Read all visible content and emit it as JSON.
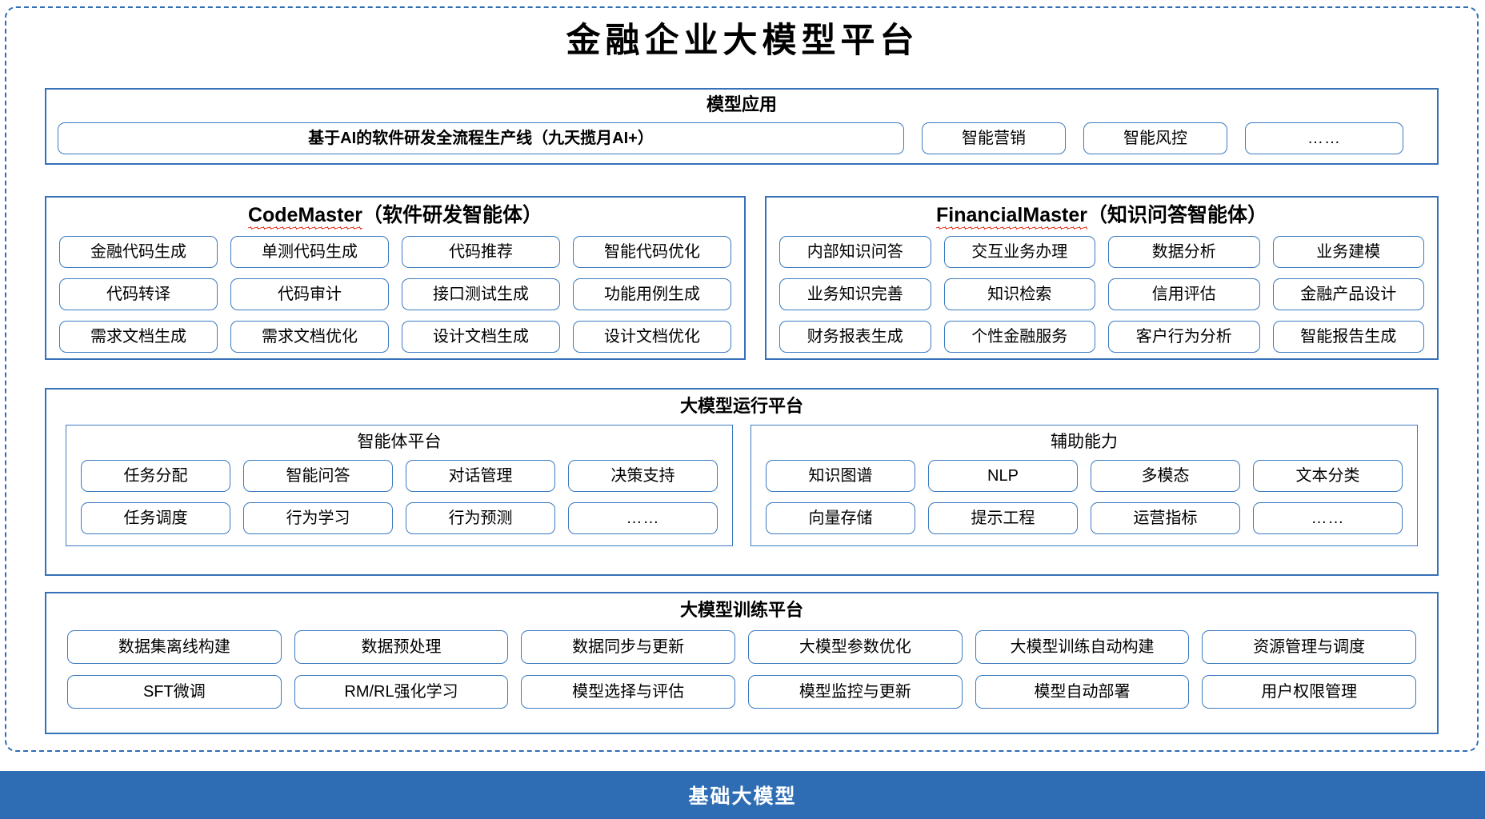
{
  "title": "金融企业大模型平台",
  "colors": {
    "frame_dashed": "#2f6eb5",
    "panel_border": "#3670b8",
    "pill_border": "#3b7ac0",
    "base_bar_bg": "#2e6cb4",
    "spellcheck_underline": "#e8321e",
    "text": "#000000"
  },
  "model_application": {
    "title": "模型应用",
    "flagship": "基于AI的软件研发全流程生产线（九天揽月AI+）",
    "items": [
      "智能营销",
      "智能风控",
      "……"
    ]
  },
  "code_master": {
    "name_latin": "CodeMaster",
    "name_cn": "（软件研发智能体）",
    "rows": [
      [
        "金融代码生成",
        "单测代码生成",
        "代码推荐",
        "智能代码优化"
      ],
      [
        "代码转译",
        "代码审计",
        "接口测试生成",
        "功能用例生成"
      ],
      [
        "需求文档生成",
        "需求文档优化",
        "设计文档生成",
        "设计文档优化"
      ]
    ]
  },
  "financial_master": {
    "name_latin": "FinancialMaster",
    "name_cn": "（知识问答智能体）",
    "rows": [
      [
        "内部知识问答",
        "交互业务办理",
        "数据分析",
        "业务建模"
      ],
      [
        "业务知识完善",
        "知识检索",
        "信用评估",
        "金融产品设计"
      ],
      [
        "财务报表生成",
        "个性金融服务",
        "客户行为分析",
        "智能报告生成"
      ]
    ]
  },
  "run_platform": {
    "title": "大模型运行平台",
    "agent_platform": {
      "title": "智能体平台",
      "rows": [
        [
          "任务分配",
          "智能问答",
          "对话管理",
          "决策支持"
        ],
        [
          "任务调度",
          "行为学习",
          "行为预测",
          "……"
        ]
      ]
    },
    "auxiliary": {
      "title": "辅助能力",
      "rows": [
        [
          "知识图谱",
          "NLP",
          "多模态",
          "文本分类"
        ],
        [
          "向量存储",
          "提示工程",
          "运营指标",
          "……"
        ]
      ]
    }
  },
  "train_platform": {
    "title": "大模型训练平台",
    "rows": [
      [
        "数据集离线构建",
        "数据预处理",
        "数据同步与更新",
        "大模型参数优化",
        "大模型训练自动构建",
        "资源管理与调度"
      ],
      [
        "SFT微调",
        "RM/RL强化学习",
        "模型选择与评估",
        "模型监控与更新",
        "模型自动部署",
        "用户权限管理"
      ]
    ]
  },
  "base_model": {
    "label": "基础大模型"
  }
}
